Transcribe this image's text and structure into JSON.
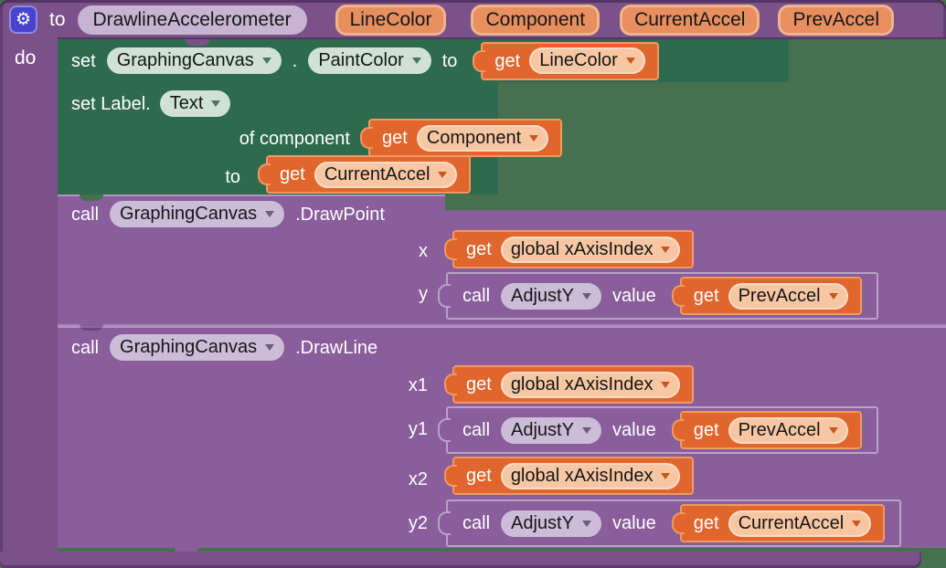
{
  "colors": {
    "frame_purple": "#7b5189",
    "call_block_purple": "#8a5d9b",
    "set_block_green": "#2e6a4d",
    "workspace_green": "#47714e",
    "value_block_orange": "#e1662e",
    "value_pill_peach": "#f7c7a4",
    "param_pill_orange": "#e88f60",
    "dropdown_green_pill": "#cfe2d4",
    "dropdown_purple_pill": "#cbbcd8",
    "gear_button_blue": "#4a44cd"
  },
  "header": {
    "gear_icon": "⚙",
    "to_label": "to",
    "procedure_name": "DrawlineAccelerometer",
    "params": [
      "LineColor",
      "Component",
      "CurrentAccel",
      "PrevAccel"
    ]
  },
  "do_label": "do",
  "set_paint_color": {
    "set_label": "set",
    "component": "GraphingCanvas",
    "separator": ".",
    "property": "PaintColor",
    "to_label": "to",
    "value": {
      "get_label": "get",
      "variable": "LineColor"
    }
  },
  "set_label_text": {
    "set_label": "set Label.",
    "property": "Text",
    "of_component_label": "of component",
    "component_value": {
      "get_label": "get",
      "variable": "Component"
    },
    "to_label": "to",
    "value": {
      "get_label": "get",
      "variable": "CurrentAccel"
    }
  },
  "draw_point": {
    "call_label": "call",
    "component": "GraphingCanvas",
    "method": ".DrawPoint",
    "args": [
      {
        "name": "x",
        "value": {
          "get_label": "get",
          "variable": "global xAxisIndex"
        }
      },
      {
        "name": "y",
        "value": {
          "call_label": "call",
          "procedure": "AdjustY",
          "value_label": "value",
          "argument": {
            "get_label": "get",
            "variable": "PrevAccel"
          }
        }
      }
    ]
  },
  "draw_line": {
    "call_label": "call",
    "component": "GraphingCanvas",
    "method": ".DrawLine",
    "args": [
      {
        "name": "x1",
        "value": {
          "get_label": "get",
          "variable": "global xAxisIndex"
        }
      },
      {
        "name": "y1",
        "value": {
          "call_label": "call",
          "procedure": "AdjustY",
          "value_label": "value",
          "argument": {
            "get_label": "get",
            "variable": "PrevAccel"
          }
        }
      },
      {
        "name": "x2",
        "value": {
          "get_label": "get",
          "variable": "global xAxisIndex"
        }
      },
      {
        "name": "y2",
        "value": {
          "call_label": "call",
          "procedure": "AdjustY",
          "value_label": "value",
          "argument": {
            "get_label": "get",
            "variable": "CurrentAccel"
          }
        }
      }
    ]
  }
}
